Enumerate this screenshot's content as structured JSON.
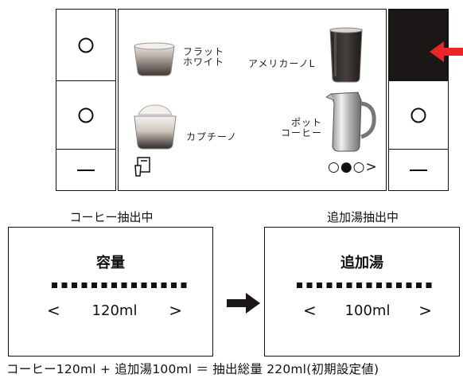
{
  "top_panel": {
    "left_buttons": [
      "O",
      "O",
      "—"
    ],
    "right_buttons": [
      "",
      "O",
      "—"
    ],
    "drinks": [
      {
        "label": "フラット\nホワイト"
      },
      {
        "label": "アメリカーノL"
      },
      {
        "label": "カプチーノ"
      },
      {
        "label": "ポット\nコーヒー"
      }
    ],
    "page_indicator": "○●○>",
    "arrow_color": "#e8252d",
    "dark_button_color": "#1b1716"
  },
  "screens": {
    "coffee": {
      "caption": "コーヒー抽出中",
      "title": "容量",
      "dots": "■■■■■■■■■■■■■■",
      "left_arrow": "<",
      "value": "120ml",
      "right_arrow": ">"
    },
    "hot_water": {
      "caption": "追加湯抽出中",
      "title": "追加湯",
      "dots": "■■■■■■■■■■■■■■",
      "left_arrow": "<",
      "value": "100ml",
      "right_arrow": ">"
    }
  },
  "bottom_note": "コーヒー120ml + 追加湯100ml ＝ 抽出総量 220ml(初期設定値)"
}
